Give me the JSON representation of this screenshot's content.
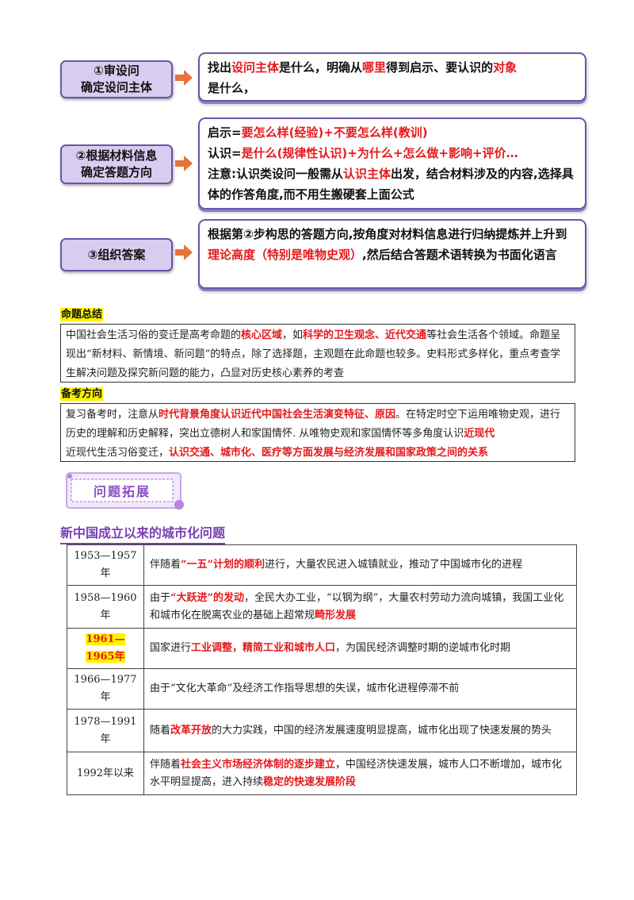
{
  "steps": [
    {
      "label_l1": "①审设问",
      "label_l2": "确定设问主体",
      "text_parts": [
        "找出",
        "设问主体",
        "是什么，明确从",
        "哪里",
        "得到启示、要认识的",
        "对象",
        "是什么，"
      ]
    },
    {
      "label_l1": "②根据材料信息",
      "label_l2": "确定答题方向",
      "line1": [
        "启示=",
        "要怎么样(经验)+不要怎么样(教训)"
      ],
      "line2": [
        "认识=",
        "是什么(规律性认识)+为什么+怎么做+影响+评价…"
      ],
      "line3": [
        "注意:认识类设问一般需从",
        "认识主体",
        "出发，结合材料涉及的内容,选择具体的作答角度,而不用生搬硬套上面公式"
      ]
    },
    {
      "label_l1": "③组织答案",
      "text_parts": [
        "根据第②步构思的答题方向,按角度对材料信息进行归纳提炼并上升到",
        "理论高度（特别是唯物史观）",
        ",然后结合答题术语转换为书面化语言"
      ]
    }
  ],
  "summary": {
    "title": "命题总结",
    "parts": [
      "中国社会生活习俗的变迁是高考命题的",
      "核心区域",
      "，如",
      "科学的卫生观念、近代交通",
      "等社会生活各个领域。命题呈现出“新材料、新情境、新问题”的特点，除了选择题，主观题在此命题也较多。史料形式多样化，重点考查学生解决问题及探究新问题的能力，凸显对历史核心素养的考查"
    ]
  },
  "prep": {
    "title": "备考方向",
    "parts": [
      "复习备考时，注意从",
      "时代背景角度认识近代中国社会生活演变特征、原因",
      "。在特定时空下运用唯物史观，进行历史的理解和历史解释，突出立德树人和家国情怀. 从唯物史观和家国情怀等多角度认识",
      "近现代",
      "近现代生活习俗变迁，",
      "认识交通、城市化、医疗等方面发展与经济发展和国家政策之间的关系"
    ]
  },
  "badge_text": "问题拓展",
  "table": {
    "title": "新中国成立以来的城市化问题",
    "rows": [
      {
        "year": "1953—1957年",
        "parts": [
          "伴随着",
          "“一五”计划的顺利",
          "进行，大量农民进入城镇就业，推动了中国城市化的进程"
        ]
      },
      {
        "year": "1958—1960年",
        "parts": [
          "由于",
          "“大跃进”的发动",
          "，全民大办工业，“以钢为纲”，大量农村劳动力流向城镇，我国工业化和城市化在脱离农业的基础上超常规",
          "畸形发展",
          ""
        ]
      },
      {
        "year": "1961—1965年",
        "parts": [
          "国家进行",
          "工业调整，精简工业和城市人口",
          "，为国民经济调整时期的逆城市化时期"
        ]
      },
      {
        "year": "1966—1977年",
        "parts": [
          "由于“文化大革命”及经济工作指导思想的失误，城市化进程停滞不前",
          "",
          ""
        ]
      },
      {
        "year": "1978—1991年",
        "parts": [
          "随着",
          "改革开放",
          "的大力实践，中国的经济发展速度明显提高，城市化出现了快速发展的势头"
        ]
      },
      {
        "year": "1992年以来",
        "parts": [
          "伴随着",
          "社会主义市场经济体制的逐步建立",
          "，中国经济快速发展，城市人口不断增加，城市化水平明显提高，进入持续",
          "稳定的快速发展阶段",
          ""
        ]
      }
    ]
  }
}
